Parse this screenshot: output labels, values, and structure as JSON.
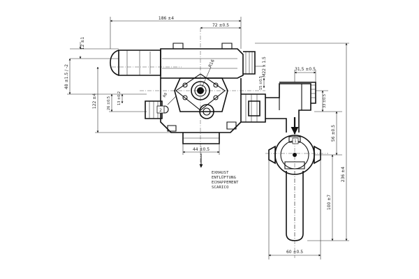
{
  "dimensions": {
    "d_186": "186 ±4",
    "d_72": "72 ±0.5",
    "d_12": "12 ±1",
    "d_48": "48 ±1.5 / -2",
    "d_122": "122 ±4",
    "d_26": "26 ±0.5",
    "d_13": "13 ±0.2",
    "d_r16": "R16",
    "d_r8": "R8",
    "d_m22": "M22 x 1.5",
    "d_15": "15 ±0.5",
    "d_31_5": "31,5 ±0.5",
    "d_33": "33 ±0.5",
    "d_56": "56 ±0.5",
    "d_44": "44 ±0.5",
    "d_236": "236 ±4",
    "d_100": "100 ±7",
    "d_60": "60 ±0.5"
  },
  "exhaust_note": [
    "EXHAUST",
    "ENTLÜFTUNG",
    "ECHAPPEMENT",
    "SCARICO"
  ],
  "part_markers": {
    "port_2": "2",
    "port_1": "1"
  }
}
